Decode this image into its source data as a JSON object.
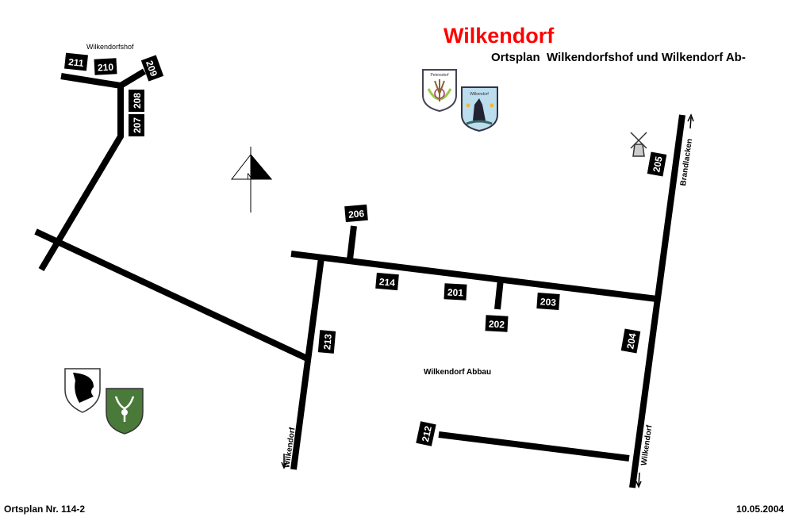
{
  "title": "Wilkendorf",
  "subtitle": "Ortsplan  Wilkendorfshof und Wilkendorf Ab-",
  "place_labels": {
    "hof": "Wilkendorfshof",
    "abbau": "Wilkendorf Abbau"
  },
  "streets": {
    "wilkendorf_left": "Wilkendorf",
    "wilkendorf_right": "Wilkendorf",
    "brandlacken": "Brandlacken"
  },
  "house_numbers": {
    "n211": "211",
    "n210": "210",
    "n209": "209",
    "n208": "208",
    "n207": "207",
    "n206": "206",
    "n214": "214",
    "n201": "201",
    "n202": "202",
    "n203": "203",
    "n213": "213",
    "n204": "204",
    "n205": "205",
    "n212": "212"
  },
  "crests": {
    "petersdorf": "Petersdorf",
    "wilkendorf": "Wilkendorf"
  },
  "north_label": "N",
  "footer": {
    "plan_number": "Ortsplan Nr. 114-2",
    "date": "10.05.2004"
  },
  "colors": {
    "title": "#ff0000",
    "road": "#000000"
  }
}
